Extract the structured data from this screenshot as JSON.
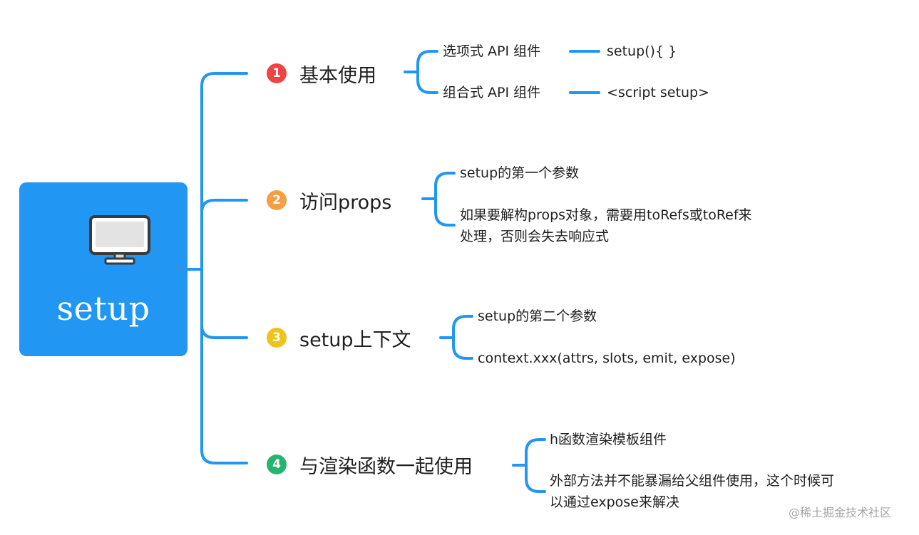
{
  "root": {
    "title": "setup",
    "icon": "monitor-icon",
    "color": "#2196f3"
  },
  "branches": [
    {
      "num": "1",
      "color": "#ef4444",
      "label": "基本使用",
      "leaves": [
        "选项式 API 组件",
        "组合式 API 组件"
      ],
      "details": [
        "setup(){ }",
        "<script setup>"
      ]
    },
    {
      "num": "2",
      "color": "#f59e42",
      "label": "访问props",
      "leaves": [
        "setup的第一个参数",
        "如果要解构props对象，需要用toRefs或toRef来",
        "处理，否则会失去响应式"
      ]
    },
    {
      "num": "3",
      "color": "#efc419",
      "label": "setup上下文",
      "leaves": [
        "setup的第二个参数",
        "context.xxx(attrs, slots, emit, expose)"
      ]
    },
    {
      "num": "4",
      "color": "#27b46e",
      "label": "与渲染函数一起使用",
      "leaves": [
        "h函数渲染模板组件",
        "外部方法并不能暴漏给父组件使用，这个时候可",
        "以通过expose来解决"
      ]
    }
  ],
  "line_color": "#2196f3",
  "watermark": "@稀土掘金技术社区"
}
